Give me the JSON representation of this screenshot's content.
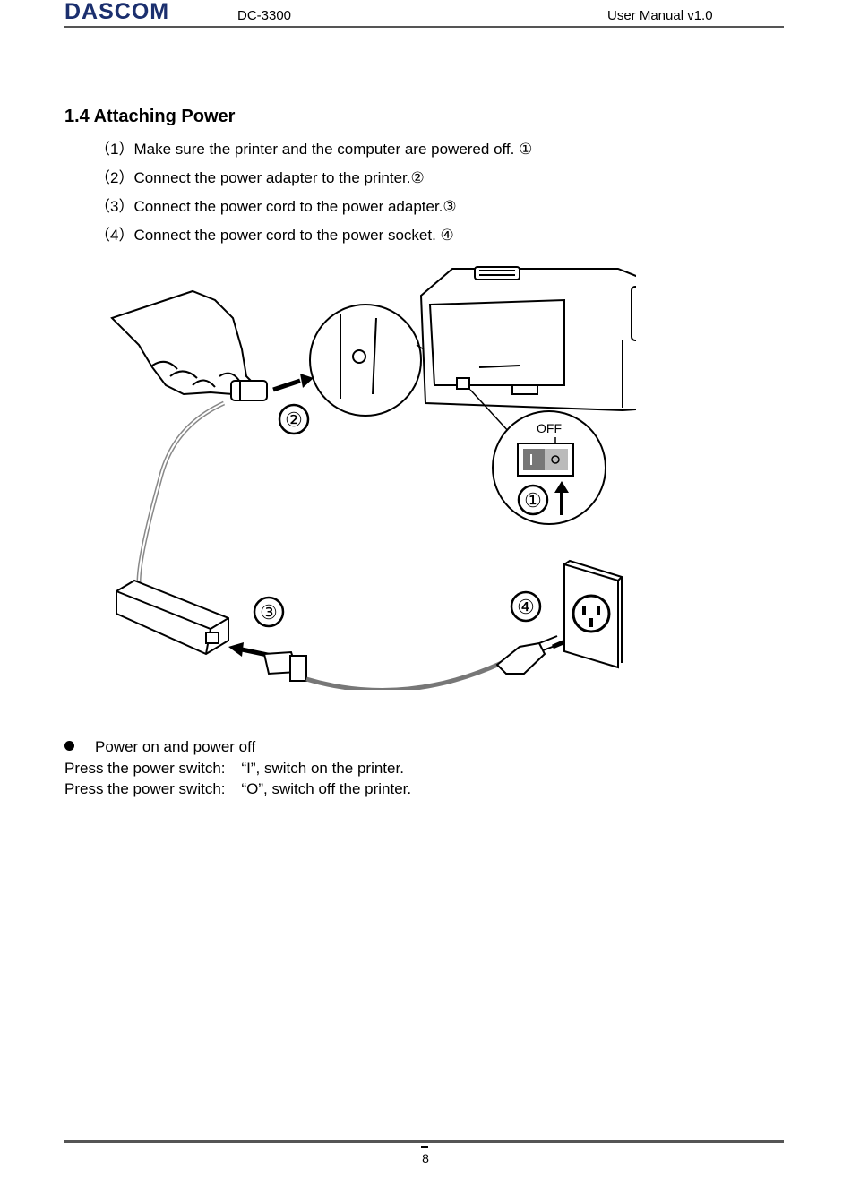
{
  "header": {
    "brand": "DASCOM",
    "model": "DC-3300",
    "manual": "User Manual v1.0"
  },
  "section": {
    "title": "1.4 Attaching Power",
    "steps": [
      "（1）Make sure the printer and the computer are powered off. ①",
      "（2）Connect the power adapter to the printer.②",
      "（3）Connect the power cord to the power adapter.③",
      "（4）Connect the power cord to the power socket. ④"
    ]
  },
  "figure": {
    "off_label": "OFF",
    "callouts": [
      "②",
      "①",
      "③",
      "④"
    ]
  },
  "power": {
    "bullet": "Power on and power off",
    "on_label": "Press the power switch:",
    "on_value": "“I”, switch on the printer.",
    "off_label": "Press the power switch:",
    "off_value": "“O”, switch off the printer."
  },
  "footer": {
    "page": "8"
  }
}
